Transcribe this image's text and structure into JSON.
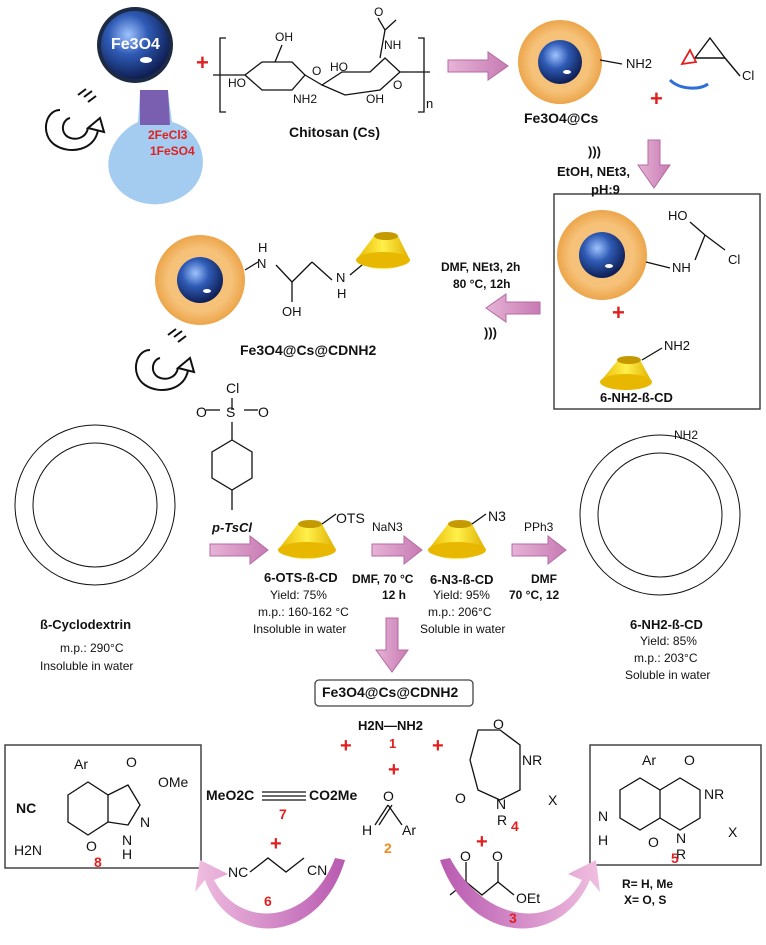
{
  "colors": {
    "particle_shell": "#f3b25b",
    "particle_core": "#1f3f8f",
    "cd_yellow": "#f7d500",
    "arrow_pink": "#d99ac8",
    "red": "#e02020",
    "orange": "#f08a1a"
  },
  "icons": [
    "magnet-icon",
    "flask-icon",
    "nanoparticle-icon",
    "cyclodextrin-icon",
    "ultrasound-icon"
  ],
  "top": {
    "fe3o4_label": "Fe3O4",
    "flask_line1": "2FeCl3",
    "flask_line2": "1FeSO4",
    "chitosan_label": "Chitosan (Cs)",
    "chitosan_n": "n",
    "chitosan_groups": [
      "OH",
      "HO",
      "NH2",
      "O",
      "HO",
      "NH",
      "OH",
      "O",
      "O"
    ],
    "fe3o4_cs_label": "Fe3O4@Cs",
    "nh2": "NH2",
    "cl": "Cl"
  },
  "conditions1": {
    "ultrasound": ")))",
    "solvent": "EtOH, NEt3,",
    "ph": "pH:9"
  },
  "box_intermediate": {
    "ho": "HO",
    "nh": "NH",
    "cl": "Cl",
    "nh2": "NH2",
    "cd_label": "6-NH2-ß-CD"
  },
  "conditions2": {
    "line1": "DMF, NEt3, 2h",
    "line2": "80 °C, 12h",
    "ultrasound": ")))"
  },
  "product_catalyst": {
    "h1": "H",
    "n1": "N",
    "h2": "H",
    "n2": "N",
    "oh": "OH",
    "label": "Fe3O4@Cs@CDNH2"
  },
  "tscl": {
    "cl": "Cl",
    "s": "S",
    "o1": "O",
    "o2": "O",
    "label": "p-TsCl"
  },
  "beta_cd": {
    "label": "ß-Cyclodextrin",
    "mp": "m.p.: 290°C",
    "solubility": "Insoluble in water"
  },
  "ots_cd": {
    "group": "OTS",
    "label": "6-OTS-ß-CD",
    "yield": "Yield: 75%",
    "mp": "m.p.: 160-162 °C",
    "solubility": "Insoluble in water"
  },
  "step_nan3": {
    "reagent": "NaN3",
    "cond1": "DMF, 70 °C",
    "cond2": "12 h"
  },
  "n3_cd": {
    "group": "N3",
    "label": "6-N3-ß-CD",
    "yield": "Yield: 95%",
    "mp": "m.p.: 206°C",
    "solubility": "Soluble in water"
  },
  "step_pph3": {
    "reagent": "PPh3",
    "cond1": "DMF",
    "cond2": "70 °C, 12"
  },
  "nh2_cd": {
    "group": "NH2",
    "label": "6-NH2-ß-CD",
    "yield": "Yield: 85%",
    "mp": "m.p.: 203°C",
    "solubility": "Soluble in water"
  },
  "catalyst_box_label": "Fe3O4@Cs@CDNH2",
  "reagents": {
    "hydrazine": "H2N—NH2",
    "n1": "1",
    "aldehyde_o": "O",
    "aldehyde_h": "H",
    "aldehyde_ar": "Ar",
    "n2": "2",
    "barbituric_o1": "O",
    "barbituric_o2": "O",
    "barbituric_nr1": "NR",
    "barbituric_n": "N",
    "barbituric_r": "R",
    "barbituric_x": "X",
    "n4": "4",
    "dmad_left": "MeO2C",
    "dmad_right": "CO2Me",
    "n7": "7",
    "malono_nc": "NC",
    "malono_cn": "CN",
    "n6": "6",
    "ketoester_o1": "O",
    "ketoester_o2": "O",
    "ketoester_oet": "OEt",
    "n3": "3"
  },
  "product8": {
    "ar": "Ar",
    "o": "O",
    "ome": "OMe",
    "nc": "NC",
    "n": "N",
    "h2n": "H2N",
    "o_ring": "O",
    "nh": "N",
    "h": "H",
    "label": "8"
  },
  "product5": {
    "ar": "Ar",
    "o": "O",
    "nr": "NR",
    "n": "N",
    "h": "H",
    "o_ring": "O",
    "n2": "N",
    "r": "R",
    "x": "X",
    "label": "5"
  },
  "legend": {
    "r": "R= H, Me",
    "x": "X= O, S"
  }
}
